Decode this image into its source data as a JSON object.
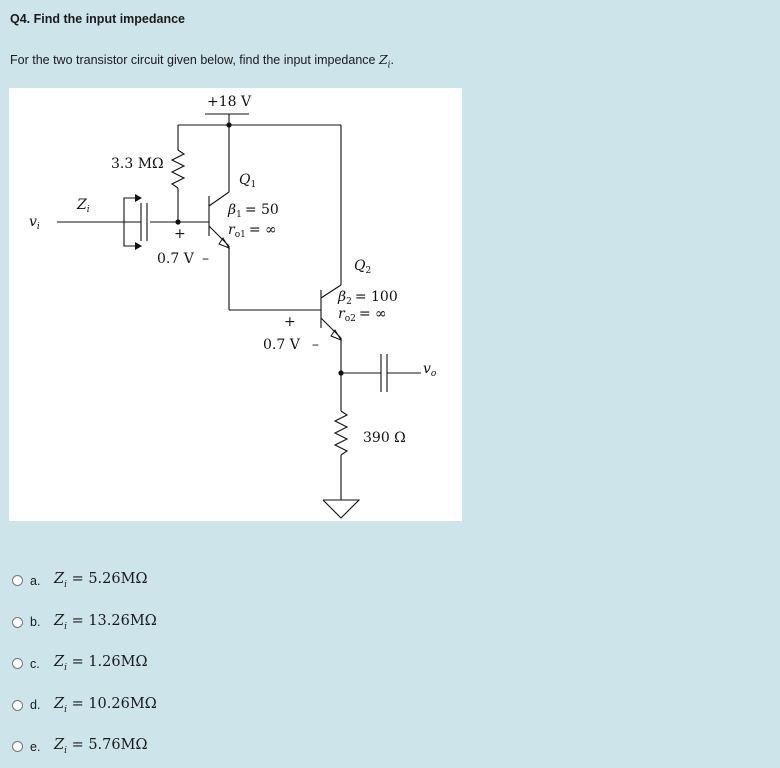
{
  "question": {
    "title": "Q4. Find the input impedance",
    "text_prefix": "For the two transistor circuit given below, find the input impedance ",
    "text_var": "Z",
    "text_sub": "i",
    "text_suffix": "."
  },
  "circuit": {
    "supply": "+18 V",
    "resistor1": "3.3 MΩ",
    "zi_label": "Z",
    "zi_sub": "i",
    "vi_label": "v",
    "vi_sub": "i",
    "q1_label": "Q",
    "q1_sub": "1",
    "beta1": "= 50",
    "ro1": "= ∞",
    "vbe1_plus": "+",
    "vbe1": "0.7 V",
    "vbe1_minus": "–",
    "q2_label": "Q",
    "q2_sub": "2",
    "beta2": "= 100",
    "ro2": "= ∞",
    "vbe2_plus": "+",
    "vbe2": "0.7 V",
    "vbe2_minus": "–",
    "resistor2": "390 Ω",
    "vo_label": "v",
    "vo_sub": "o"
  },
  "options": [
    {
      "letter": "a.",
      "var": "Z",
      "sub": "i",
      "value": " = 5.26MΩ"
    },
    {
      "letter": "b.",
      "var": "Z",
      "sub": "i",
      "value": " = 13.26MΩ"
    },
    {
      "letter": "c.",
      "var": "Z",
      "sub": "i",
      "value": " = 1.26MΩ"
    },
    {
      "letter": "d.",
      "var": "Z",
      "sub": "i",
      "value": " = 10.26MΩ"
    },
    {
      "letter": "e.",
      "var": "Z",
      "sub": "i",
      "value": " = 5.76MΩ"
    }
  ]
}
